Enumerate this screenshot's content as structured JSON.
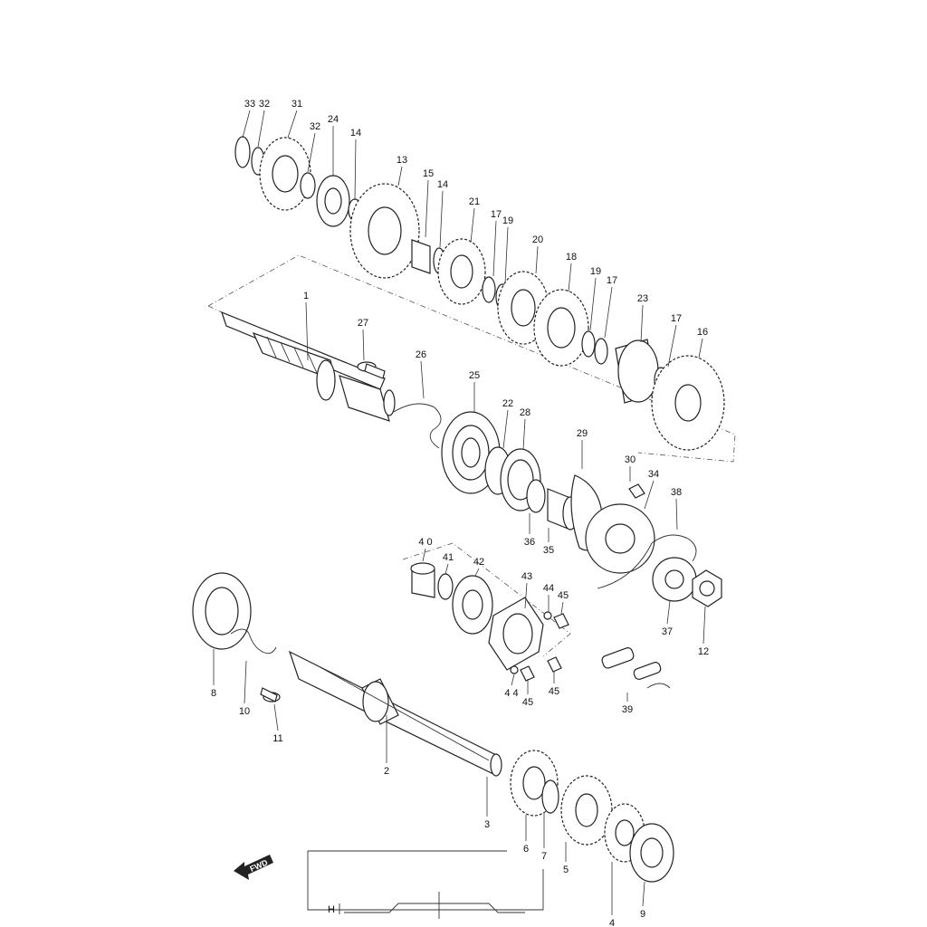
{
  "diagram": {
    "parts": [
      {
        "id": "33",
        "label": "33"
      },
      {
        "id": "32a",
        "label": "32"
      },
      {
        "id": "31",
        "label": "31"
      },
      {
        "id": "32b",
        "label": "32"
      },
      {
        "id": "24",
        "label": "24"
      },
      {
        "id": "14a",
        "label": "14"
      },
      {
        "id": "13",
        "label": "13"
      },
      {
        "id": "15",
        "label": "15"
      },
      {
        "id": "14b",
        "label": "14"
      },
      {
        "id": "21",
        "label": "21"
      },
      {
        "id": "17a",
        "label": "17"
      },
      {
        "id": "19a",
        "label": "19"
      },
      {
        "id": "20",
        "label": "20"
      },
      {
        "id": "18",
        "label": "18"
      },
      {
        "id": "19b",
        "label": "19"
      },
      {
        "id": "17b",
        "label": "17"
      },
      {
        "id": "23",
        "label": "23"
      },
      {
        "id": "17c",
        "label": "17"
      },
      {
        "id": "16",
        "label": "16"
      },
      {
        "id": "1",
        "label": "1"
      },
      {
        "id": "27",
        "label": "27"
      },
      {
        "id": "26",
        "label": "26"
      },
      {
        "id": "25",
        "label": "25"
      },
      {
        "id": "22",
        "label": "22"
      },
      {
        "id": "28",
        "label": "28"
      },
      {
        "id": "29",
        "label": "29"
      },
      {
        "id": "30",
        "label": "30"
      },
      {
        "id": "34",
        "label": "34"
      },
      {
        "id": "38",
        "label": "38"
      },
      {
        "id": "36",
        "label": "36"
      },
      {
        "id": "35",
        "label": "35"
      },
      {
        "id": "40",
        "label": "4 0"
      },
      {
        "id": "41",
        "label": "41"
      },
      {
        "id": "42",
        "label": "42"
      },
      {
        "id": "43",
        "label": "43"
      },
      {
        "id": "44a",
        "label": "44"
      },
      {
        "id": "45a",
        "label": "45"
      },
      {
        "id": "44b",
        "label": "4 4"
      },
      {
        "id": "45b",
        "label": "45"
      },
      {
        "id": "45c",
        "label": "45"
      },
      {
        "id": "37",
        "label": "37"
      },
      {
        "id": "12",
        "label": "12"
      },
      {
        "id": "39",
        "label": "39"
      },
      {
        "id": "8",
        "label": "8"
      },
      {
        "id": "10",
        "label": "10"
      },
      {
        "id": "11",
        "label": "11"
      },
      {
        "id": "2",
        "label": "2"
      },
      {
        "id": "3",
        "label": "3"
      },
      {
        "id": "6",
        "label": "6"
      },
      {
        "id": "7",
        "label": "7"
      },
      {
        "id": "5",
        "label": "5"
      },
      {
        "id": "4",
        "label": "4"
      },
      {
        "id": "9",
        "label": "9"
      }
    ],
    "fwd_label": "FWD",
    "inset_label": "H"
  }
}
